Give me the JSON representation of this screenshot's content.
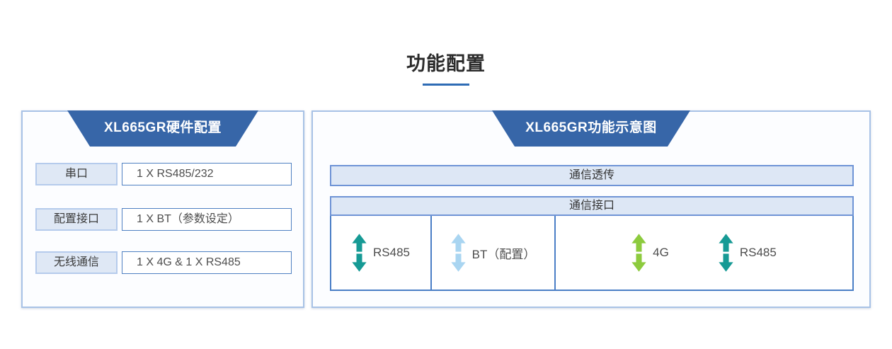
{
  "page": {
    "title": "功能配置",
    "accent_color": "#2e6cb5",
    "banner_color": "#3766a8"
  },
  "colors": {
    "banner_blue": "#3766a8",
    "accent_blue": "#2e6cb5",
    "panel_border": "#a8c2e6",
    "bar_fill": "#dde7f5",
    "bar_border": "#6f94d6",
    "table_border": "#4a7ec6",
    "arrow_teal": "#169a95",
    "arrow_light_blue": "#a9d5f1",
    "arrow_green": "#8dcb3e"
  },
  "left_panel": {
    "header": "XL665GR硬件配置",
    "rows": [
      {
        "label": "串口",
        "value": "1 X RS485/232"
      },
      {
        "label": "配置接口",
        "value": "1 X BT（参数设定）"
      },
      {
        "label": "无线通信",
        "value": "1 X 4G & 1 X RS485"
      }
    ]
  },
  "right_panel": {
    "header": "XL665GR功能示意图",
    "top_bar": "通信透传",
    "table_header": "通信接口",
    "cells": [
      {
        "items": [
          {
            "icon": "double-arrow-vertical-icon",
            "color": "#169a95",
            "label": "RS485"
          }
        ]
      },
      {
        "items": [
          {
            "icon": "double-arrow-vertical-icon",
            "color": "#a9d5f1",
            "label": "BT（配置）"
          }
        ]
      },
      {
        "items": [
          {
            "icon": "double-arrow-vertical-icon",
            "color": "#8dcb3e",
            "label": "4G"
          },
          {
            "icon": "double-arrow-vertical-icon",
            "color": "#169a95",
            "label": "RS485"
          }
        ]
      }
    ]
  }
}
